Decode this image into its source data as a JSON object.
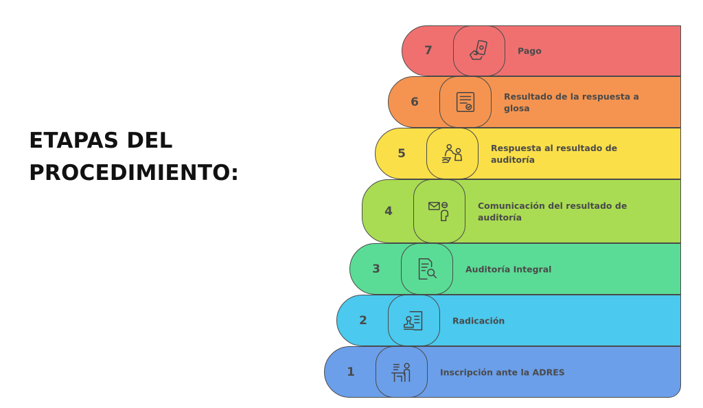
{
  "title": {
    "line1": "ETAPAS DEL",
    "line2": "PROCEDIMIENTO:"
  },
  "steps": [
    {
      "number": "7",
      "label": "Pago",
      "color": "#f07070",
      "icon": "payment-hand-icon"
    },
    {
      "number": "6",
      "label": "Resultado de la respuesta a glosa",
      "color": "#f59450",
      "icon": "certificate-document-icon"
    },
    {
      "number": "5",
      "label": "Respuesta al resultado de auditoría",
      "color": "#fadf48",
      "icon": "meeting-desk-icon"
    },
    {
      "number": "4",
      "label": "Comunicación del resultado de auditoría",
      "color": "#a9dc52",
      "icon": "mail-person-icon"
    },
    {
      "number": "3",
      "label": "Auditoría Integral",
      "color": "#5bdc96",
      "icon": "document-search-icon"
    },
    {
      "number": "2",
      "label": "Radicación",
      "color": "#4bc9ee",
      "icon": "stamp-document-icon"
    },
    {
      "number": "1",
      "label": "Inscripción ante la ADRES",
      "color": "#6b9fea",
      "icon": "registration-desk-icon"
    }
  ]
}
